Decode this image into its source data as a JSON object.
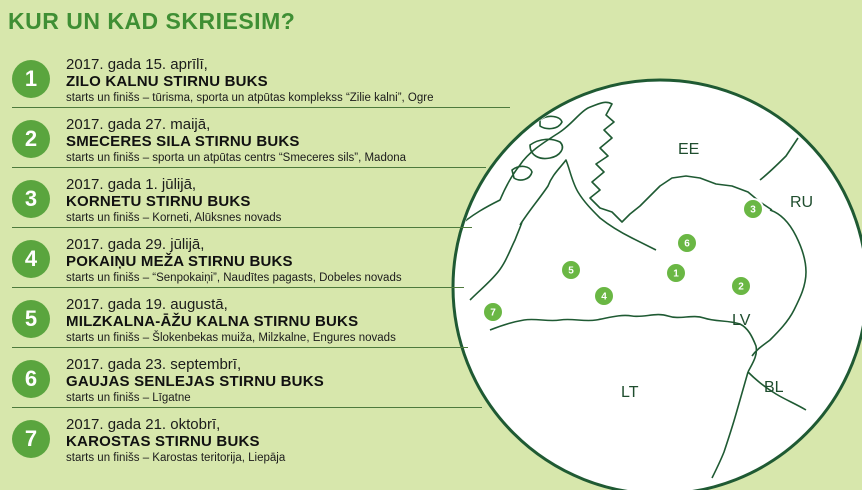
{
  "title": "KUR UN KAD SKRIESIM?",
  "races": [
    {
      "number": "1",
      "date": "2017. gada 15. aprīlī,",
      "name": "ZILO KALNU STIRNU BUKS",
      "venue": "starts un finišs – tūrisma, sporta un atpūtas komplekss “Zilie kalni”, Ogre"
    },
    {
      "number": "2",
      "date": "2017. gada 27. maijā,",
      "name": "SMECERES SILA STIRNU BUKS",
      "venue": "starts un finišs – sporta un atpūtas centrs “Smeceres sils”,  Madona"
    },
    {
      "number": "3",
      "date": "2017. gada 1. jūlijā,",
      "name": "KORNETU STIRNU BUKS",
      "venue": "starts un finišs – Korneti, Alūksnes novads"
    },
    {
      "number": "4",
      "date": "2017. gada 29. jūlijā,",
      "name": "POKAIŅU MEŽA STIRNU BUKS",
      "venue": "starts un finišs – “Senpokaiņi”, Naudītes pagasts, Dobeles novads"
    },
    {
      "number": "5",
      "date": "2017. gada 19. augustā,",
      "name": "MILZKALNA-ĀŽU KALNA STIRNU BUKS",
      "venue": "starts un finišs – Šlokenbekas muiža, Milzkalne, Engures novads"
    },
    {
      "number": "6",
      "date": "2017. gada 23. septembrī,",
      "name": "GAUJAS SENLEJAS STIRNU BUKS",
      "venue": "starts un finišs – Līgatne"
    },
    {
      "number": "7",
      "date": "2017. gada 21. oktobrī,",
      "name": "KAROSTAS STIRNU BUKS",
      "venue": "starts un finišs – Karostas teritorija, Liepāja"
    }
  ],
  "map": {
    "countries": {
      "ee": "EE",
      "ru": "RU",
      "lv": "LV",
      "lt": "LT",
      "bl": "BL"
    },
    "markers": [
      "1",
      "2",
      "3",
      "4",
      "5",
      "6",
      "7"
    ]
  },
  "colors": {
    "background": "#d7e7ac",
    "accent": "#5aa53e",
    "title": "#3f8f34",
    "map_fill": "#ffffff",
    "border": "#1f5a33"
  }
}
